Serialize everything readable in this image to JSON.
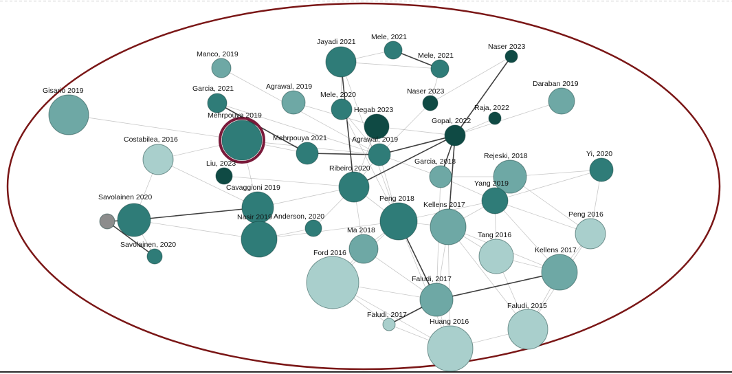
{
  "colors": {
    "ring": "#7a1616",
    "highlight": "#7a1a3a",
    "dark": "#0f4a44",
    "mid": "#2f7c78",
    "light": "#6ea8a5",
    "pale": "#a9cfcc",
    "grey": "#8c8c8c",
    "edge": "#9a9a9a",
    "edge_dark": "#1e1e1e"
  },
  "nodes": [
    {
      "id": "gisario2019",
      "label": "Gisario 2019",
      "shade": "light"
    },
    {
      "id": "manco2019",
      "label": "Manco, 2019",
      "shade": "light"
    },
    {
      "id": "garcia2021",
      "label": "Garcia, 2021",
      "shade": "mid"
    },
    {
      "id": "agrawal2019a",
      "label": "Agrawal, 2019",
      "shade": "light"
    },
    {
      "id": "jayadi2021",
      "label": "Jayadi 2021",
      "shade": "mid"
    },
    {
      "id": "mele2021a",
      "label": "Mele, 2021",
      "shade": "mid"
    },
    {
      "id": "mele2021b",
      "label": "Mele, 2021",
      "shade": "mid"
    },
    {
      "id": "naser2023a",
      "label": "Naser 2023",
      "shade": "dark"
    },
    {
      "id": "naser2023b",
      "label": "Naser 2023",
      "shade": "dark"
    },
    {
      "id": "daraban2019",
      "label": "Daraban 2019",
      "shade": "light"
    },
    {
      "id": "mele2020",
      "label": "Mele, 2020",
      "shade": "mid"
    },
    {
      "id": "hegab2023",
      "label": "Hegab 2023",
      "shade": "dark"
    },
    {
      "id": "raja2022",
      "label": "Raja, 2022",
      "shade": "dark"
    },
    {
      "id": "mehrpouya2019",
      "label": "Mehrpouya 2019",
      "shade": "mid"
    },
    {
      "id": "gopal2022",
      "label": "Gopal, 2022",
      "shade": "dark"
    },
    {
      "id": "mehrpouya2021",
      "label": "Mehrpouya 2021",
      "shade": "mid"
    },
    {
      "id": "agrawal2019b",
      "label": "Agrawal, 2019",
      "shade": "mid"
    },
    {
      "id": "costabilea2016",
      "label": "Costabilea, 2016",
      "shade": "pale"
    },
    {
      "id": "liu2023",
      "label": "Liu, 2023",
      "shade": "dark"
    },
    {
      "id": "garcia2018",
      "label": "Garcia, 2018",
      "shade": "light"
    },
    {
      "id": "rejeski2018",
      "label": "Rejeski, 2018",
      "shade": "light"
    },
    {
      "id": "yi2020",
      "label": "Yi, 2020",
      "shade": "mid"
    },
    {
      "id": "ribeiro2020",
      "label": "Ribeiro 2020",
      "shade": "mid"
    },
    {
      "id": "yang2019",
      "label": "Yang 2019",
      "shade": "mid"
    },
    {
      "id": "cavaggioni2019",
      "label": "Cavaggioni 2019",
      "shade": "mid"
    },
    {
      "id": "sipilainen2020",
      "label": "Savolainen 2020",
      "shade": "mid"
    },
    {
      "id": "greynode",
      "label": "",
      "shade": "grey"
    },
    {
      "id": "peng2018",
      "label": "Peng 2018",
      "shade": "mid"
    },
    {
      "id": "kellens2017a",
      "label": "Kellens 2017",
      "shade": "light"
    },
    {
      "id": "anderson2020",
      "label": "Anderson, 2020",
      "shade": "mid"
    },
    {
      "id": "nasir2019",
      "label": "Nasir 2019",
      "shade": "mid"
    },
    {
      "id": "peng2016",
      "label": "Peng 2016",
      "shade": "pale"
    },
    {
      "id": "savolainen2020",
      "label": "Savolainen, 2020",
      "shade": "mid"
    },
    {
      "id": "ma2018",
      "label": "Ma 2018",
      "shade": "light"
    },
    {
      "id": "tang2016",
      "label": "Tang 2016",
      "shade": "pale"
    },
    {
      "id": "kellens2017b",
      "label": "Kellens 2017",
      "shade": "light"
    },
    {
      "id": "ford2016",
      "label": "Ford 2016",
      "shade": "pale"
    },
    {
      "id": "faludi2017a",
      "label": "Faludi, 2017",
      "shade": "light"
    },
    {
      "id": "faludi2017b",
      "label": "Faludi, 2017",
      "shade": "pale"
    },
    {
      "id": "faludi2015",
      "label": "Faludi, 2015",
      "shade": "pale"
    },
    {
      "id": "huang2016",
      "label": "Huang 2016",
      "shade": "pale"
    }
  ],
  "edges": [
    [
      "mele2021a",
      "mele2021b",
      "dark"
    ],
    [
      "mele2021a",
      "jayadi2021",
      "light"
    ],
    [
      "jayadi2021",
      "mele2021b",
      "light"
    ],
    [
      "naser2023a",
      "gopal2022",
      "dark"
    ],
    [
      "naser2023a",
      "naser2023b",
      "light"
    ],
    [
      "naser2023b",
      "mele2021b",
      "light"
    ],
    [
      "jayadi2021",
      "mele2020",
      "light"
    ],
    [
      "mele2020",
      "agrawal2019b",
      "light"
    ],
    [
      "agrawal2019a",
      "hegab2023",
      "light"
    ],
    [
      "mehrpouya2019",
      "agrawal2019b",
      "light"
    ],
    [
      "mehrpouya2019",
      "mehrpouya2021",
      "light"
    ],
    [
      "mehrpouya2021",
      "agrawal2019b",
      "dark"
    ],
    [
      "garcia2021",
      "agrawal2019b",
      "light"
    ],
    [
      "garcia2021",
      "mehrpouya2021",
      "dark"
    ],
    [
      "agrawal2019b",
      "gopal2022",
      "dark"
    ],
    [
      "gopal2022",
      "raja2022",
      "light"
    ],
    [
      "gopal2022",
      "garcia2018",
      "dark"
    ],
    [
      "gopal2022",
      "ribeiro2020",
      "dark"
    ],
    [
      "hegab2023",
      "ribeiro2020",
      "light"
    ],
    [
      "hegab2023",
      "gopal2022",
      "light"
    ],
    [
      "jayadi2021",
      "ribeiro2020",
      "dark"
    ],
    [
      "jayadi2021",
      "peng2018",
      "light"
    ],
    [
      "agrawal2019b",
      "garcia2018",
      "light"
    ],
    [
      "agrawal2019b",
      "ribeiro2020",
      "light"
    ],
    [
      "agrawal2019b",
      "peng2018",
      "light"
    ],
    [
      "garcia2018",
      "rejeski2018",
      "light"
    ],
    [
      "rejeski2018",
      "yi2020",
      "light"
    ],
    [
      "garcia2018",
      "yang2019",
      "light"
    ],
    [
      "yang2019",
      "yi2020",
      "light"
    ],
    [
      "yang2019",
      "peng2018",
      "light"
    ],
    [
      "yang2019",
      "kellens2017a",
      "light"
    ],
    [
      "yang2019",
      "peng2016",
      "light"
    ],
    [
      "yang2019",
      "kellens2017b",
      "light"
    ],
    [
      "yang2019",
      "tang2016",
      "light"
    ],
    [
      "peng2018",
      "kellens2017a",
      "light"
    ],
    [
      "peng2018",
      "ma2018",
      "light"
    ],
    [
      "peng2018",
      "ford2016",
      "light"
    ],
    [
      "peng2018",
      "faludi2017a",
      "dark"
    ],
    [
      "peng2018",
      "huang2016",
      "light"
    ],
    [
      "kellens2017a",
      "tang2016",
      "light"
    ],
    [
      "kellens2017a",
      "kellens2017b",
      "light"
    ],
    [
      "kellens2017a",
      "faludi2017a",
      "light"
    ],
    [
      "kellens2017a",
      "huang2016",
      "light"
    ],
    [
      "kellens2017a",
      "faludi2015",
      "light"
    ],
    [
      "tang2016",
      "kellens2017b",
      "light"
    ],
    [
      "tang2016",
      "faludi2015",
      "light"
    ],
    [
      "peng2016",
      "kellens2017b",
      "light"
    ],
    [
      "kellens2017b",
      "faludi2017a",
      "dark"
    ],
    [
      "kellens2017b",
      "faludi2015",
      "light"
    ],
    [
      "faludi2017a",
      "faludi2017b",
      "dark"
    ],
    [
      "faludi2017a",
      "huang2016",
      "light"
    ],
    [
      "faludi2017a",
      "ford2016",
      "light"
    ],
    [
      "faludi2017b",
      "huang2016",
      "light"
    ],
    [
      "ford2016",
      "faludi2017b",
      "light"
    ],
    [
      "ford2016",
      "huang2016",
      "light"
    ],
    [
      "huang2016",
      "faludi2015",
      "light"
    ],
    [
      "ma2018",
      "ford2016",
      "light"
    ],
    [
      "ma2018",
      "faludi2017a",
      "light"
    ],
    [
      "ribeiro2020",
      "ma2018",
      "light"
    ],
    [
      "ribeiro2020",
      "peng2018",
      "light"
    ],
    [
      "ribeiro2020",
      "cavaggioni2019",
      "light"
    ],
    [
      "cavaggioni2019",
      "sipilainen2020",
      "dark"
    ],
    [
      "cavaggioni2019",
      "nasir2019",
      "light"
    ],
    [
      "cavaggioni2019",
      "mehrpouya2019",
      "light"
    ],
    [
      "sipilainen2020",
      "greynode",
      "dark"
    ],
    [
      "greynode",
      "savolainen2020",
      "dark"
    ],
    [
      "sipilainen2020",
      "savolainen2020",
      "light"
    ],
    [
      "sipilainen2020",
      "costabilea2016",
      "light"
    ],
    [
      "sipilainen2020",
      "nasir2019",
      "light"
    ],
    [
      "nasir2019",
      "anderson2020",
      "light"
    ],
    [
      "nasir2019",
      "peng2018",
      "light"
    ],
    [
      "anderson2020",
      "ribeiro2020",
      "light"
    ],
    [
      "costabilea2016",
      "cavaggioni2019",
      "light"
    ],
    [
      "costabilea2016",
      "mehrpouya2019",
      "light"
    ],
    [
      "liu2023",
      "ribeiro2020",
      "light"
    ],
    [
      "gisario2019",
      "mehrpouya2019",
      "light"
    ],
    [
      "manco2019",
      "agrawal2019b",
      "light"
    ],
    [
      "daraban2019",
      "gopal2022",
      "light"
    ],
    [
      "naser2023b",
      "agrawal2019b",
      "light"
    ],
    [
      "mele2020",
      "peng2018",
      "light"
    ],
    [
      "gopal2022",
      "kellens2017a",
      "dark"
    ],
    [
      "garcia2018",
      "faludi2017a",
      "light"
    ],
    [
      "rejeski2018",
      "peng2016",
      "light"
    ],
    [
      "yi2020",
      "peng2016",
      "light"
    ],
    [
      "peng2016",
      "faludi2015",
      "light"
    ]
  ]
}
